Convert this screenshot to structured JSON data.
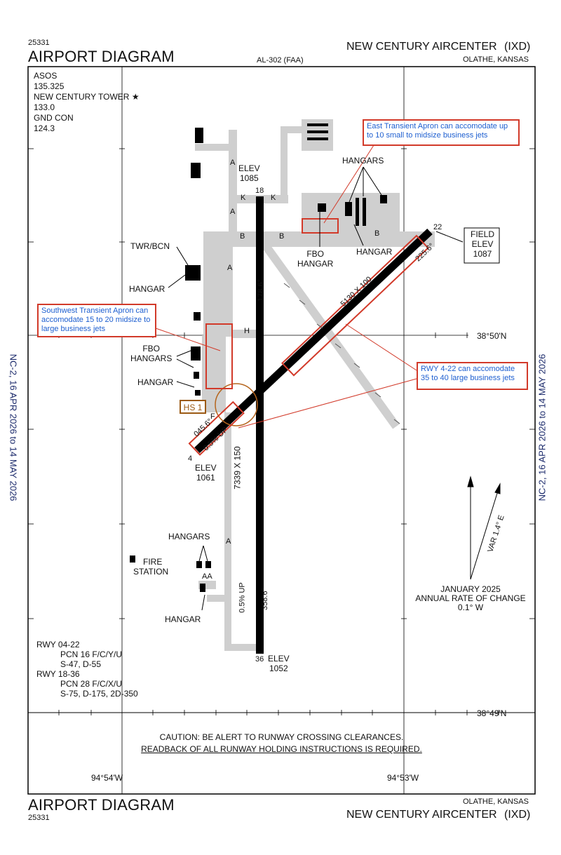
{
  "header": {
    "procedure_number": "25331",
    "title": "AIRPORT DIAGRAM",
    "airport_name": "NEW CENTURY AIRCENTER",
    "airport_id": "(IXD)",
    "chart_id": "AL-302 (FAA)",
    "location": "OLATHE, KANSAS"
  },
  "footer": {
    "procedure_number": "25331",
    "title": "AIRPORT DIAGRAM",
    "airport_name": "NEW CENTURY AIRCENTER",
    "airport_id": "(IXD)",
    "location": "OLATHE, KANSAS"
  },
  "side_labels": {
    "left": "NC-2,  16 APR 2026  to  14 MAY 2026",
    "right": "NC-2,  16 APR 2026  to  14 MAY 2026"
  },
  "frequencies": {
    "asos_label": "ASOS",
    "asos_freq": "135.325",
    "tower_label": "NEW CENTURY TOWER",
    "tower_star": "★",
    "tower_freq": "133.0",
    "gnd_label": "GND CON",
    "gnd_freq": "124.3"
  },
  "coordinates": {
    "lat_upper": "38°50'N",
    "lat_lower": "38°49'N",
    "lon_left": "94°54'W",
    "lon_right": "94°53'W"
  },
  "labels": {
    "elev_top": "ELEV",
    "elev_top_val": "1085",
    "rwy_18": "18",
    "rwy_36": "36",
    "elev_bottom": "ELEV",
    "elev_bottom_val": "1052",
    "rwy_4": "4",
    "rwy_22": "22",
    "elev_sw": "ELEV",
    "elev_sw_val": "1061",
    "field_elev_1": "FIELD",
    "field_elev_2": "ELEV",
    "field_elev_val": "1087",
    "hangars_top": "HANGARS",
    "hangar_east": "HANGAR",
    "fbo_hangar_1": "FBO",
    "fbo_hangar_2": "HANGAR",
    "twr_bcn": "TWR/BCN",
    "hangar_west": "HANGAR",
    "fbo_hangars_1": "FBO",
    "fbo_hangars_2": "HANGARS",
    "hangar_sw": "HANGAR",
    "hs1": "HS 1",
    "hangars_south": "HANGARS",
    "fire_1": "FIRE",
    "fire_2": "STATION",
    "hangar_south": "HANGAR",
    "aa": "AA",
    "rwy_18_36_dims": "7339 X 150",
    "rwy_4_22_dims": "5130 X 100",
    "hdg_178": "178.6°",
    "hdg_358": "358.6°",
    "hdg_045": "045.6°",
    "hdg_225": "225.6°",
    "grade_18_36": "0.5% UP",
    "grade_4_22": "0.5% UP",
    "twy_a": "A",
    "twy_b": "B",
    "twy_k": "K",
    "twy_h": "H",
    "twy_f": "F"
  },
  "magnetic": {
    "var": "VAR 1.4° E",
    "date": "JANUARY 2025",
    "rate_line": "ANNUAL RATE OF CHANGE",
    "rate_val": "0.1° W"
  },
  "runway_info": {
    "rwy1_title": "RWY 04-22",
    "rwy1_pcn": "PCN 16 F/C/Y/U",
    "rwy1_weights": "S-47, D-55",
    "rwy2_title": "RWY 18-36",
    "rwy2_pcn": "PCN 28 F/C/X/U",
    "rwy2_weights": "S-75, D-175, 2D-350"
  },
  "caution": {
    "line1": "CAUTION: BE ALERT TO RUNWAY CROSSING CLEARANCES.",
    "line2": "READBACK OF ALL RUNWAY HOLDING INSTRUCTIONS IS REQUIRED."
  },
  "annotations": {
    "east_apron": "East Transient Apron can accomodate up to 10 small to midsize business jets",
    "southwest_apron": "Southwest Transient Apron can accomodate 15 to 20 midsize to large business jets",
    "rwy_4_22": "RWY 4-22 can accomodate 35 to 40 large business jets"
  },
  "colors": {
    "frame": "#000000",
    "pavement": "#cfcfcf",
    "runway": "#000000",
    "annotation_border": "#d23a2a",
    "annotation_text": "#1e5fd0",
    "hs_box": "#9b5a14",
    "side_text": "#1b2a6b"
  }
}
